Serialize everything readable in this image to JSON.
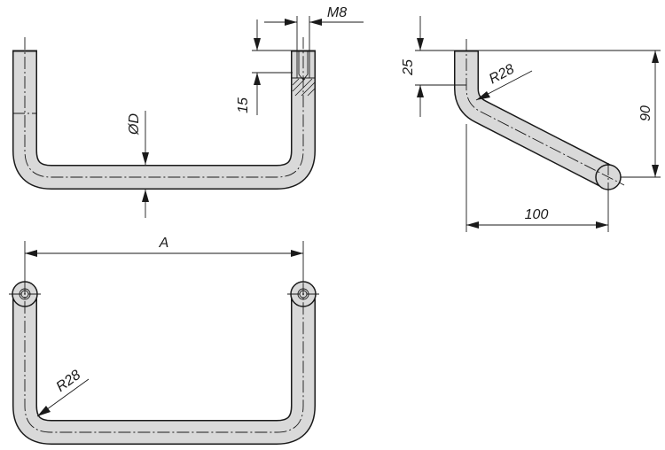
{
  "labels": {
    "thread": "M8",
    "thread_depth": "15",
    "diameter": "ØD",
    "height_offset": "25",
    "bend_radius_side": "R28",
    "height": "90",
    "projection": "100",
    "width": "A",
    "bend_radius_top": "R28"
  },
  "colors": {
    "tube_fill": "#d9d9d9",
    "line": "#1a1a1a"
  }
}
